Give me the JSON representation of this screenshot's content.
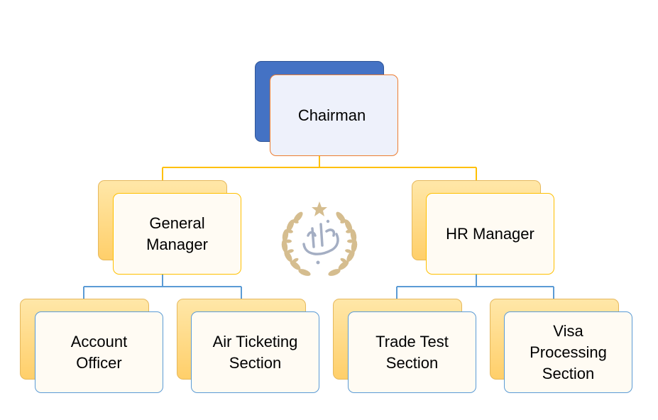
{
  "colors": {
    "chairman_back": "#4472C4",
    "chairman_front_fill": "#EEF1FB",
    "chairman_front_border": "#ED7D31",
    "card_back": "#FFC000",
    "card_front_fill": "#FFFBF3",
    "manager_border": "#FFC000",
    "section_border": "#5B9BD5",
    "connector_top": "#FFC000",
    "connector_bottom": "#5B9BD5",
    "logo": "#C8A76A"
  },
  "logo": {
    "icon": "laurel-wreath-calligraphy-logo",
    "text": "بصبار"
  },
  "chairman": {
    "label": "Chairman"
  },
  "managers": [
    {
      "label": "General\nManager"
    },
    {
      "label": "HR Manager"
    }
  ],
  "sections": [
    {
      "label": "Account\nOfficer"
    },
    {
      "label": "Air Ticketing\nSection"
    },
    {
      "label": "Trade Test\nSection"
    },
    {
      "label": "Visa\nProcessing\nSection"
    }
  ]
}
